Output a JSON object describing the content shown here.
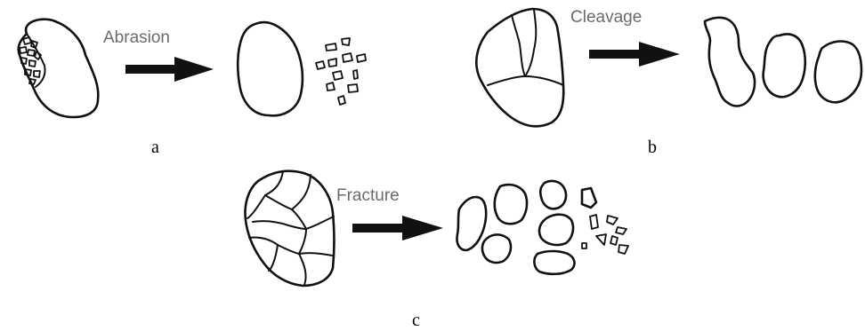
{
  "panels": [
    {
      "id": "a",
      "mechanism": "Abrasion",
      "letter": "a"
    },
    {
      "id": "b",
      "mechanism": "Cleavage",
      "letter": "b"
    },
    {
      "id": "c",
      "mechanism": "Fracture",
      "letter": "c"
    }
  ],
  "colors": {
    "label_text": "#6b6b6b",
    "stroke": "#111111",
    "background": "#ffffff"
  }
}
